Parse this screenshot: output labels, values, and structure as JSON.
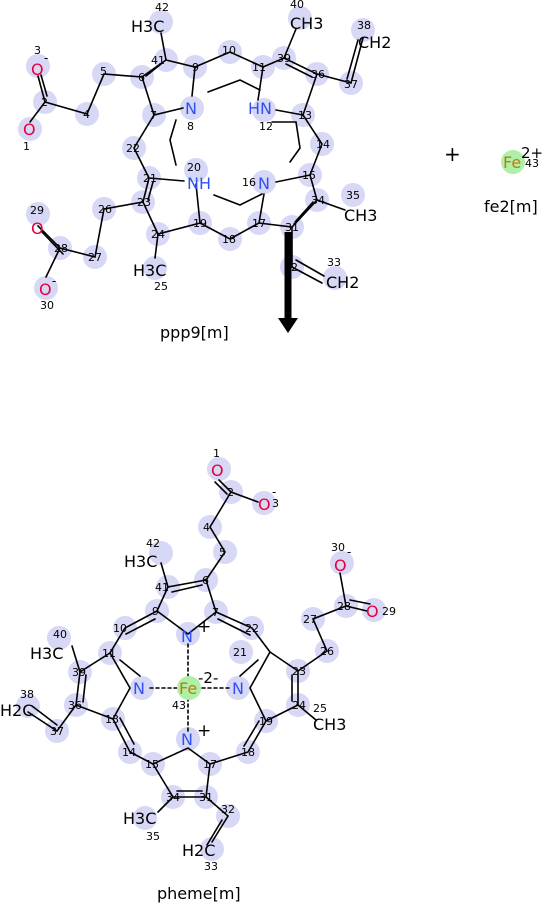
{
  "reaction": {
    "plus_sign": "+",
    "reactants": [
      {
        "label": "ppp9[m]",
        "groups": [
          "H3C",
          "CH3",
          "CH2",
          "CH3",
          "H3C",
          "CH2"
        ],
        "heteroatoms": [
          "N",
          "HN",
          "NH",
          "N",
          "O",
          "O",
          "O",
          "O"
        ],
        "charges": [
          "-",
          "-"
        ]
      },
      {
        "label": "fe2[m]",
        "element": "Fe",
        "charge": "2+",
        "atom_number": "43"
      }
    ],
    "products": [
      {
        "label": "pheme[m]",
        "center": "Fe",
        "center_charge": "-2-",
        "groups": [
          "H3C",
          "H2C",
          "CH3",
          "H3C",
          "H2C"
        ],
        "heteroatoms": [
          "N",
          "N",
          "N",
          "N",
          "O",
          "O",
          "O",
          "O"
        ],
        "charges": [
          "+",
          "+",
          "-",
          "-"
        ]
      }
    ]
  }
}
